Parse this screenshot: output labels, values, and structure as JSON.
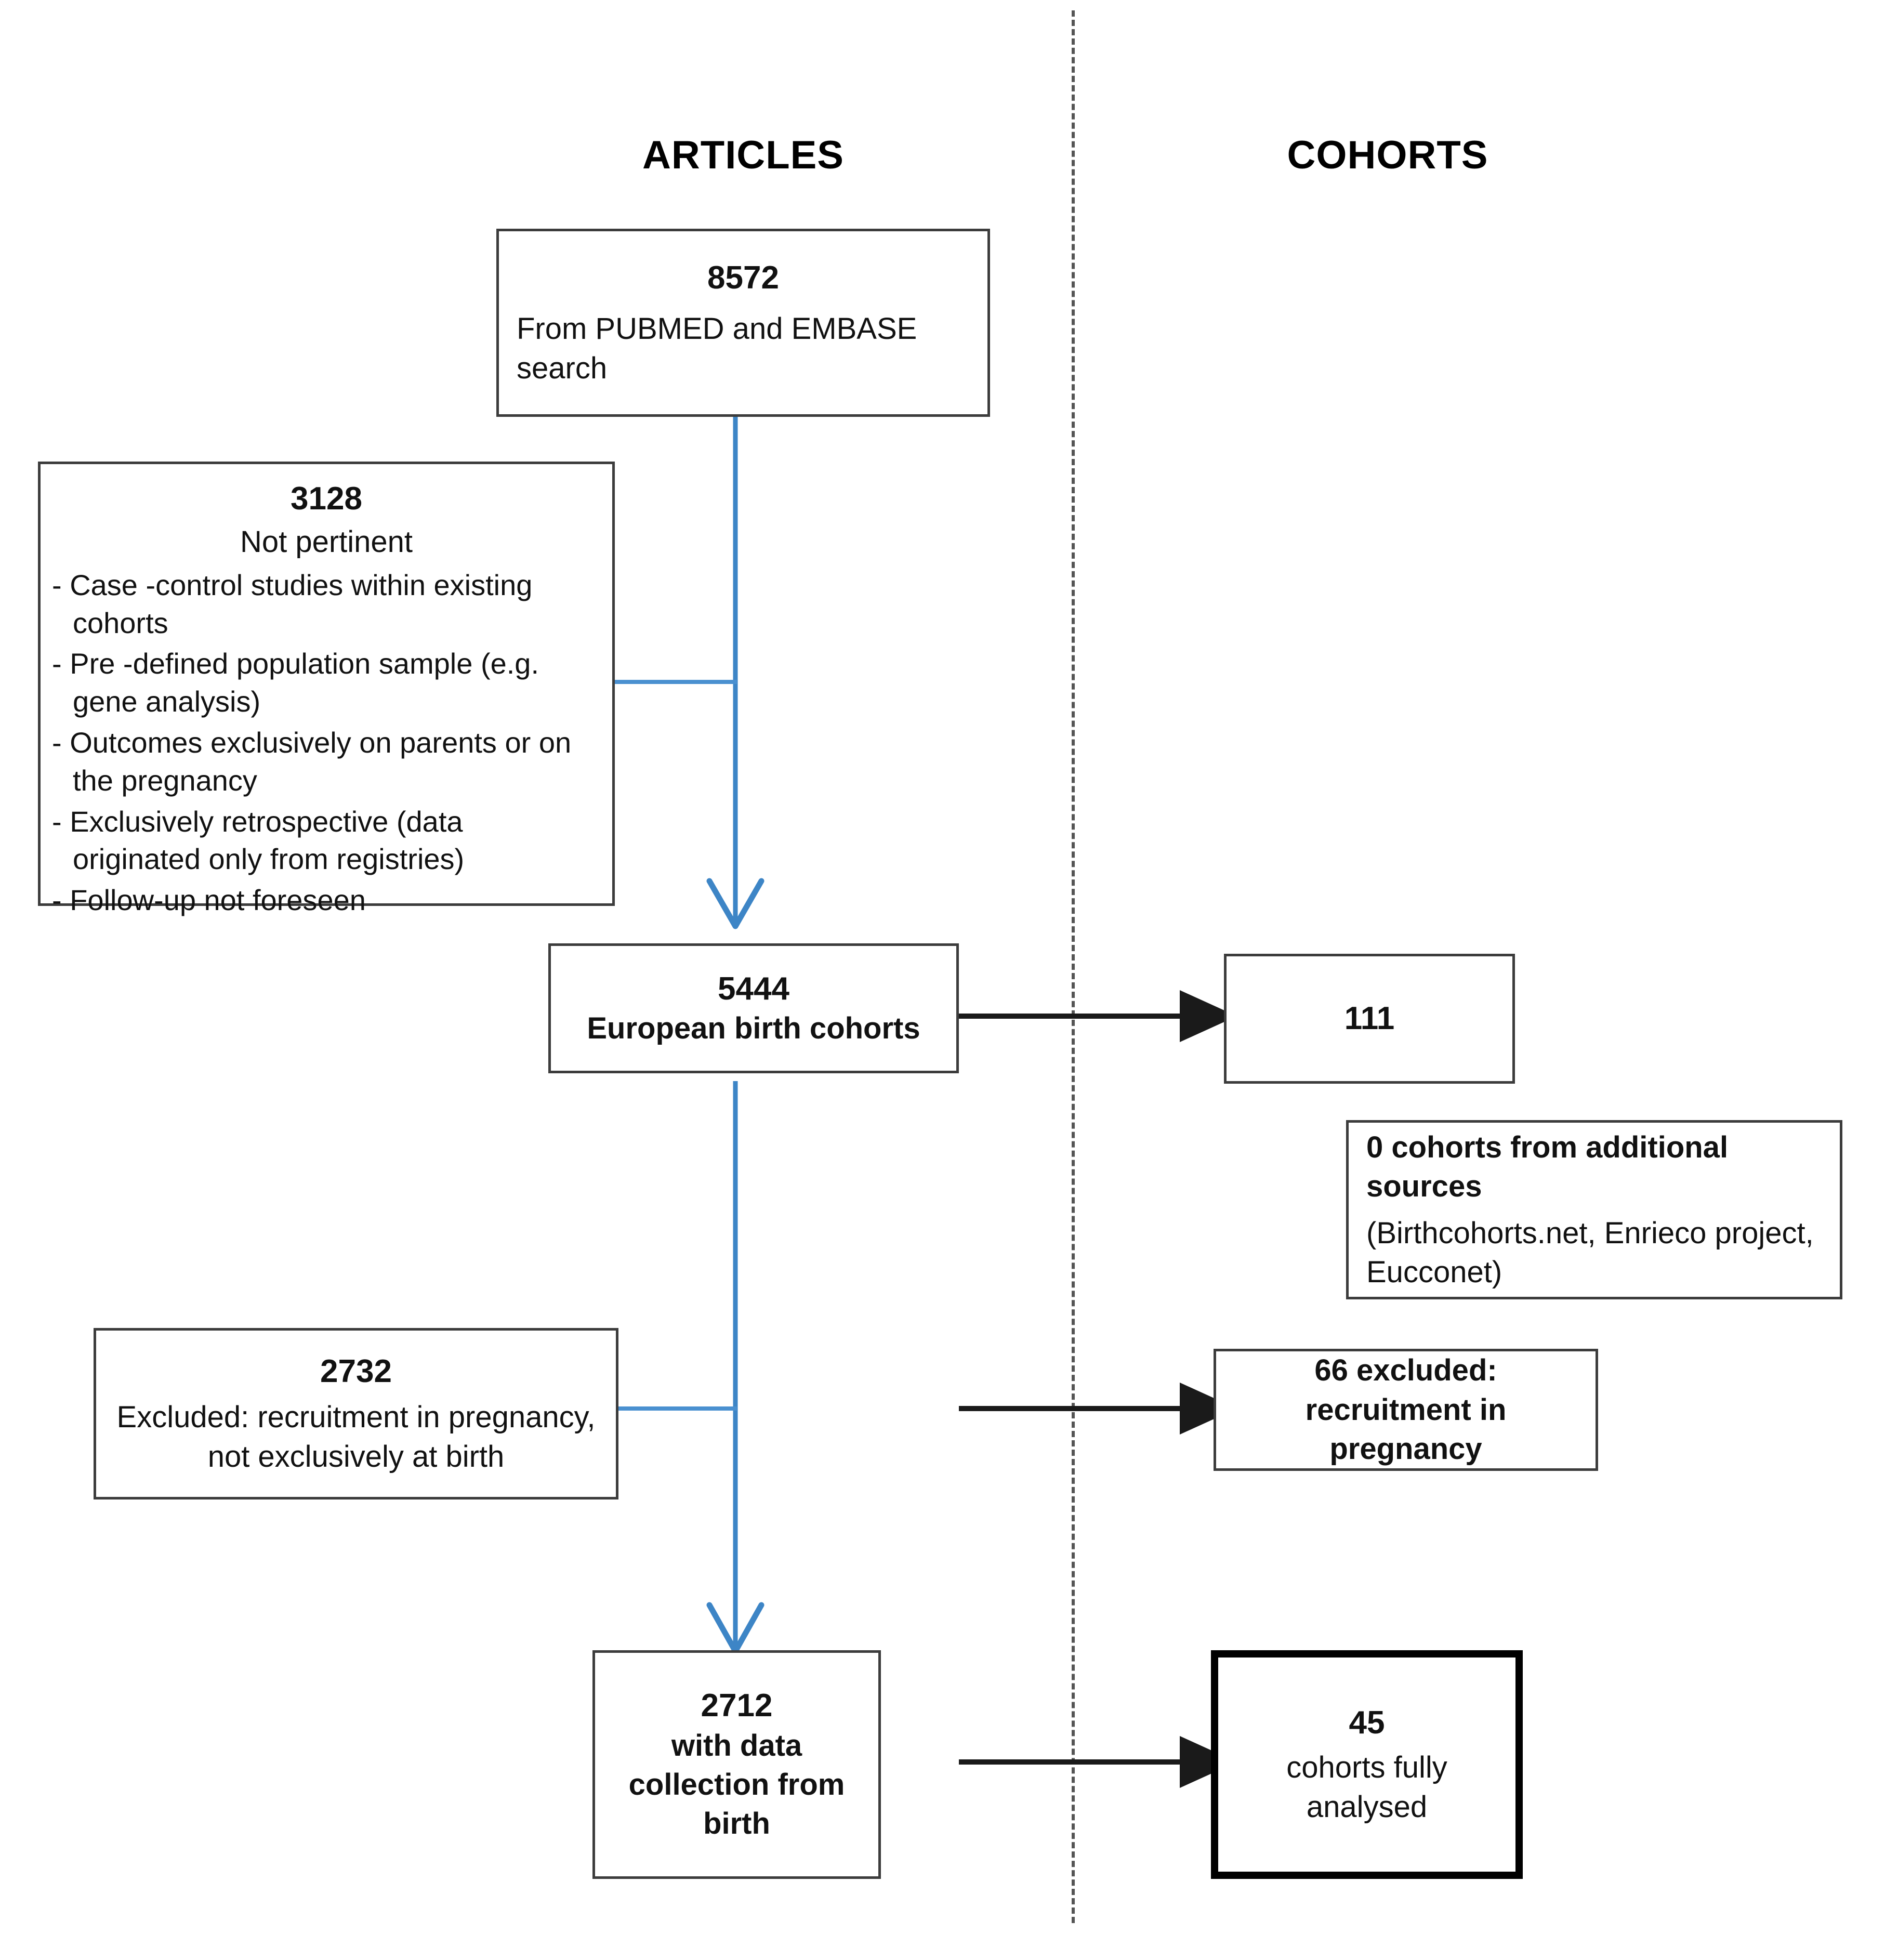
{
  "headers": {
    "articles": "ARTICLES",
    "cohorts": "COHORTS"
  },
  "colors": {
    "connector_blue": "#3d85c6",
    "arrow_black": "#1a1a1a",
    "box_border": "#3c3c3c",
    "highlight_border": "#000000",
    "divider": "#555555"
  },
  "articles_column": {
    "source": {
      "count": "8572",
      "label": "From PUBMED and EMBASE search"
    },
    "exclusion_1": {
      "count": "3128",
      "label": "Not pertinent",
      "reasons": [
        "Case -control studies within existing cohorts",
        "Pre -defined population sample (e.g. gene analysis)",
        "Outcomes exclusively on parents or on the pregnancy",
        "Exclusively retrospective (data originated only from registries)",
        "Follow-up not foreseen"
      ]
    },
    "screened": {
      "count": "5444",
      "label": "European birth cohorts"
    },
    "exclusion_2": {
      "count": "2732",
      "label": "Excluded: recruitment in pregnancy, not exclusively at birth"
    },
    "included": {
      "count": "2712",
      "label": "with data collection from birth"
    }
  },
  "cohorts_column": {
    "identified": {
      "count": "111"
    },
    "additional": {
      "headline": "0 cohorts from additional sources",
      "detail": "(Birthcohorts.net, Enrieco project, Eucconet)"
    },
    "excluded": {
      "label": "66 excluded: recruitment in pregnancy"
    },
    "final": {
      "count": "45",
      "label": "cohorts fully analysed"
    }
  },
  "chart_data": {
    "type": "diagram",
    "title": "Study and cohort selection flow diagram",
    "columns": [
      "ARTICLES",
      "COHORTS"
    ],
    "nodes": [
      {
        "id": "articles-source",
        "column": "ARTICLES",
        "value": 8572,
        "text": "From PUBMED and EMBASE search"
      },
      {
        "id": "articles-excl-1",
        "column": "ARTICLES",
        "value": 3128,
        "text": "Not pertinent"
      },
      {
        "id": "articles-screened",
        "column": "ARTICLES",
        "value": 5444,
        "text": "European birth cohorts"
      },
      {
        "id": "articles-excl-2",
        "column": "ARTICLES",
        "value": 2732,
        "text": "Excluded: recruitment in pregnancy, not exclusively at birth"
      },
      {
        "id": "articles-included",
        "column": "ARTICLES",
        "value": 2712,
        "text": "with data collection from birth"
      },
      {
        "id": "cohorts-identified",
        "column": "COHORTS",
        "value": 111,
        "text": ""
      },
      {
        "id": "cohorts-additional",
        "column": "COHORTS",
        "value": 0,
        "text": "cohorts from additional sources"
      },
      {
        "id": "cohorts-excluded",
        "column": "COHORTS",
        "value": 66,
        "text": "excluded: recruitment in pregnancy"
      },
      {
        "id": "cohorts-final",
        "column": "COHORTS",
        "value": 45,
        "text": "cohorts fully analysed"
      }
    ],
    "edges": [
      {
        "from": "articles-source",
        "to": "articles-screened",
        "style": "blue-arrow"
      },
      {
        "from": "articles-excl-1",
        "to": "articles-screened",
        "style": "blue-tee"
      },
      {
        "from": "articles-screened",
        "to": "articles-included",
        "style": "blue-arrow"
      },
      {
        "from": "articles-excl-2",
        "to": "articles-included",
        "style": "blue-tee"
      },
      {
        "from": "articles-screened",
        "to": "cohorts-identified",
        "style": "black-arrow"
      },
      {
        "from": "articles-excl-2",
        "to": "cohorts-excluded",
        "style": "black-arrow"
      },
      {
        "from": "articles-included",
        "to": "cohorts-final",
        "style": "black-arrow"
      }
    ]
  }
}
